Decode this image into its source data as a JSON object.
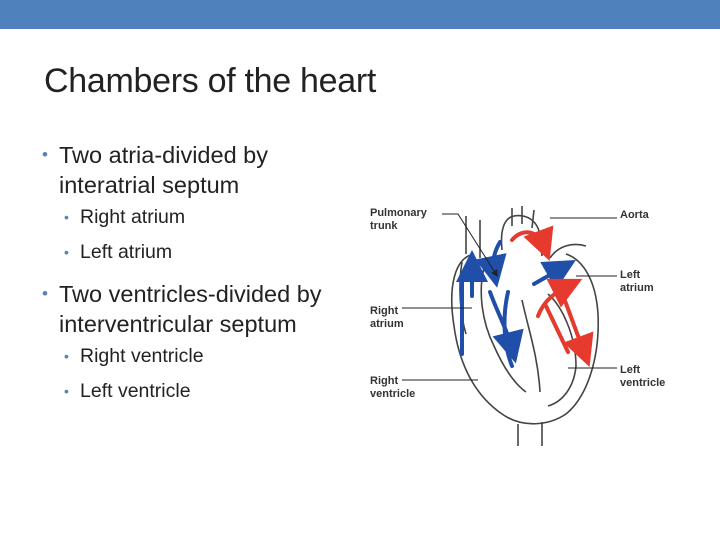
{
  "slide": {
    "title": "Chambers of the heart",
    "bullets": [
      {
        "text": "Two atria-divided by interatrial septum",
        "sub": [
          "Right atrium",
          "Left atrium"
        ]
      },
      {
        "text": "Two ventricles-divided by interventricular septum",
        "sub": [
          "Right ventricle",
          "Left ventricle"
        ]
      }
    ]
  },
  "diagram": {
    "labels": {
      "pulmonary_trunk_1": "Pulmonary",
      "pulmonary_trunk_2": "trunk",
      "right_atrium_1": "Right",
      "right_atrium_2": "atrium",
      "right_ventricle_1": "Right",
      "right_ventricle_2": "ventricle",
      "aorta": "Aorta",
      "left_atrium_1": "Left",
      "left_atrium_2": "atrium",
      "left_ventricle_1": "Left",
      "left_ventricle_2": "ventricle"
    },
    "colors": {
      "oxygenated": "#e63a2e",
      "deoxygenated": "#1f4fa8",
      "outline": "#444444"
    }
  },
  "theme": {
    "accent": "#4f81bd"
  }
}
